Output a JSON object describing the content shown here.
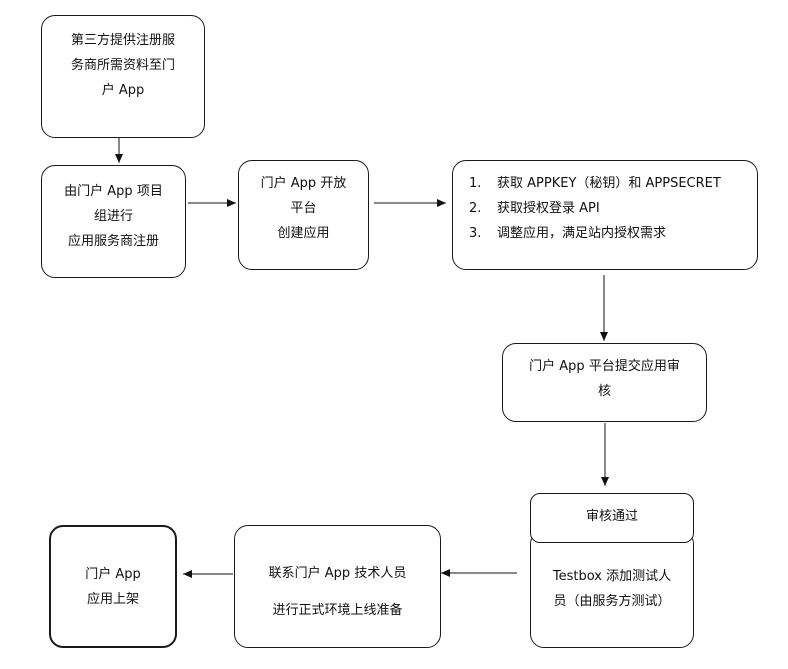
{
  "nodes": {
    "third_party": {
      "lines": [
        "第三方提供注册服",
        "务商所需资料至门",
        "户 App"
      ]
    },
    "register": {
      "lines": [
        "由门户 App 项目",
        "组进行",
        "应用服务商注册"
      ]
    },
    "create_app": {
      "lines": [
        "门户 App 开放",
        "平台",
        "创建应用"
      ]
    },
    "steps": {
      "items": [
        {
          "num": "1.",
          "text": "获取 APPKEY（秘钥）和 APPSECRET"
        },
        {
          "num": "2.",
          "text": "获取授权登录 API"
        },
        {
          "num": "3.",
          "text": "调整应用，满足站内授权需求"
        }
      ]
    },
    "submit_review": {
      "lines": [
        "门户 App 平台提交应用审",
        "核"
      ]
    },
    "approved": {
      "lines": [
        "审核通过"
      ]
    },
    "testbox": {
      "lines": [
        "Testbox 添加测试人",
        "员（由服务方测试）"
      ]
    },
    "contact": {
      "lines": [
        "联系门户 App 技术人员",
        "进行正式环境上线准备"
      ]
    },
    "launch": {
      "lines": [
        "门户 App",
        "应用上架"
      ]
    }
  }
}
